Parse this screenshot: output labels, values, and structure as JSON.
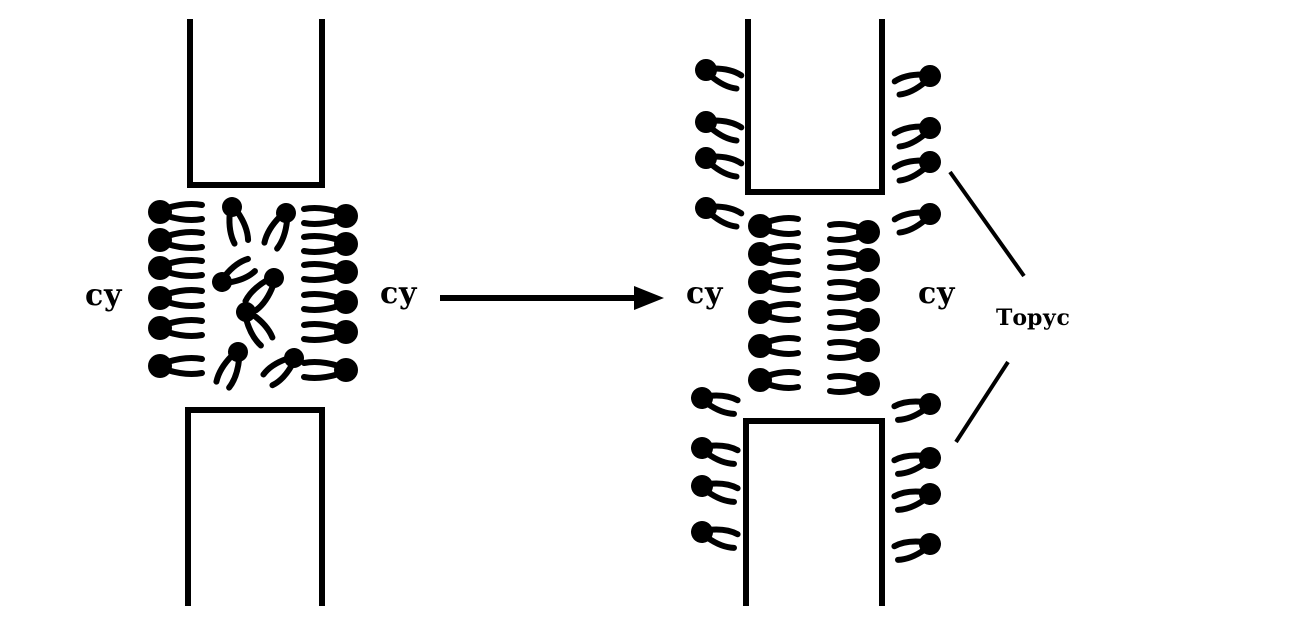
{
  "labels": {
    "left_outer": "су",
    "left_inner": "су",
    "right_inner": "су",
    "right_outer": "су",
    "torus": "Торус"
  },
  "colors": {
    "ink": "#000000",
    "background": "#ffffff"
  }
}
